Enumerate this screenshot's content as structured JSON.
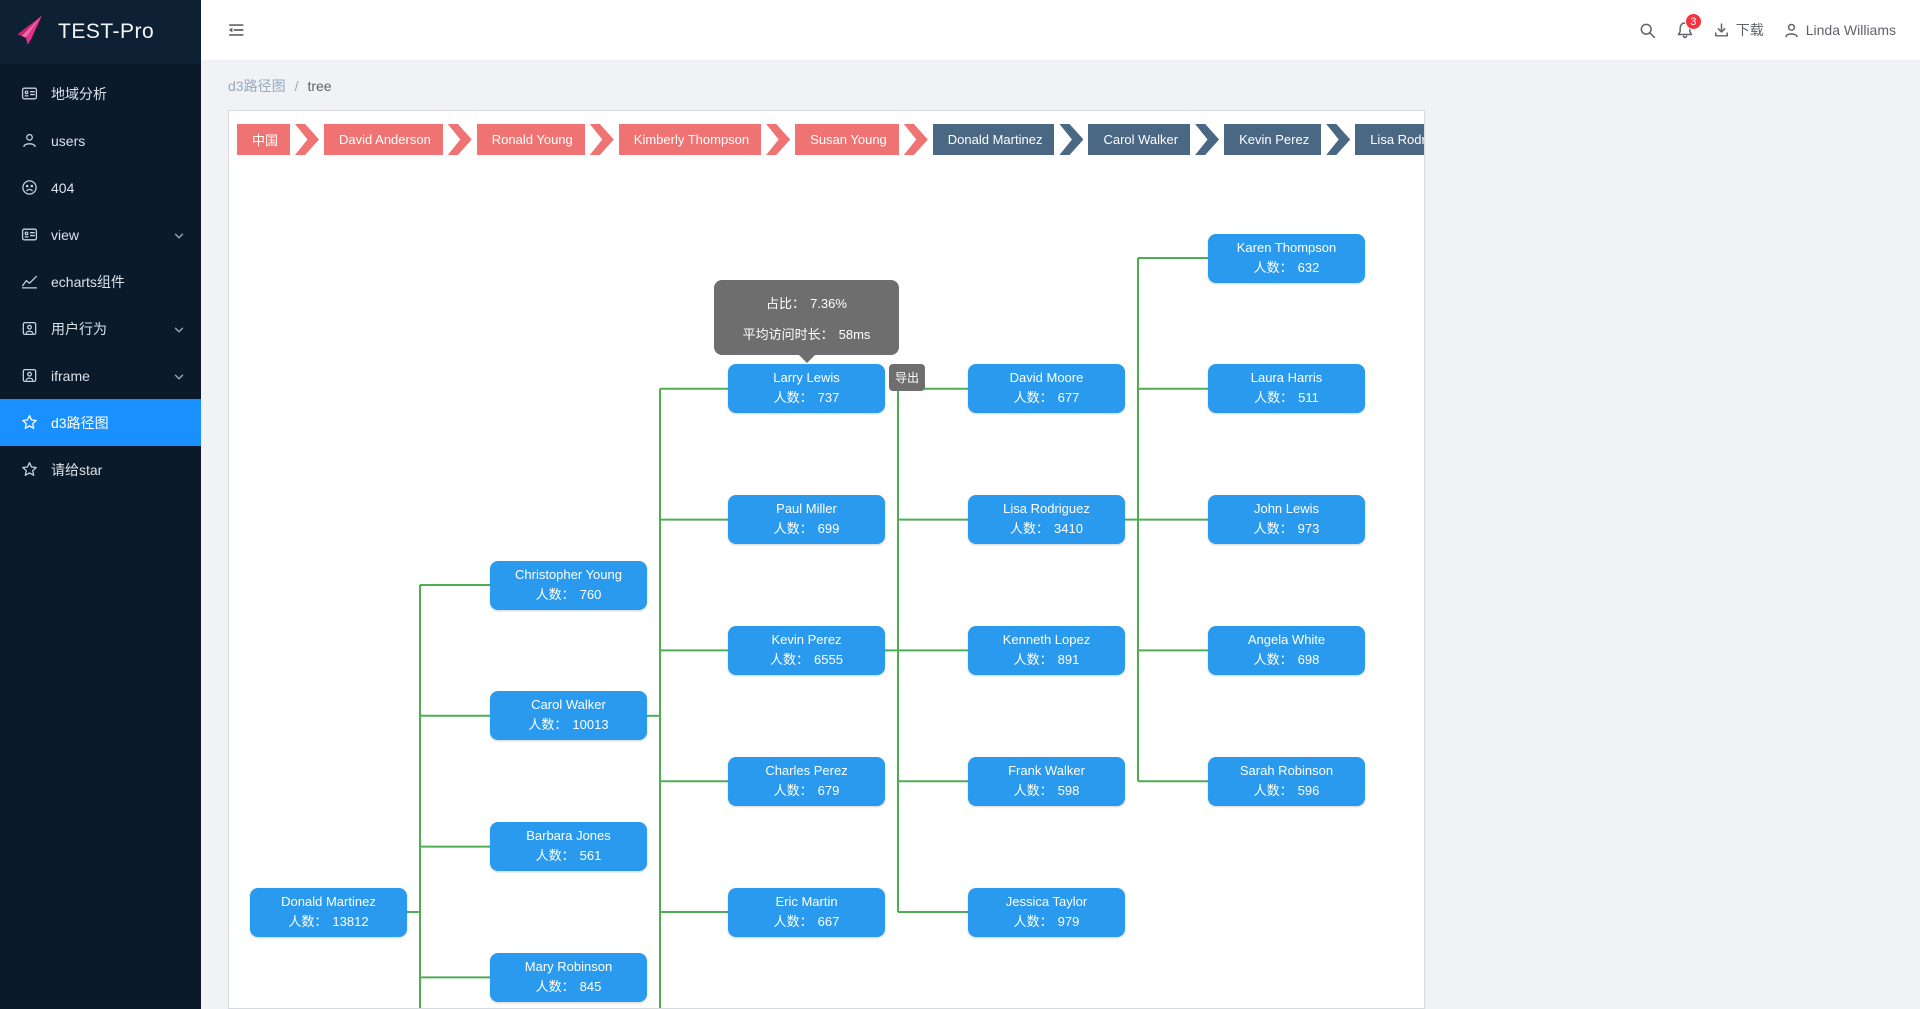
{
  "app": {
    "title": "TEST-Pro"
  },
  "header": {
    "notification_count": "3",
    "download_label": "下载",
    "username": "Linda Williams"
  },
  "breadcrumb": {
    "section": "d3路径图",
    "separator": "/",
    "page": "tree"
  },
  "sidebar": {
    "items": [
      {
        "id": "region-analysis",
        "label": "地域分析",
        "icon": "region-analysis-icon",
        "active": false,
        "chevron": false
      },
      {
        "id": "users",
        "label": "users",
        "icon": "users-icon",
        "active": false,
        "chevron": false
      },
      {
        "id": "404",
        "label": "404",
        "icon": "error-page-icon",
        "active": false,
        "chevron": false
      },
      {
        "id": "view",
        "label": "view",
        "icon": "view-icon",
        "active": false,
        "chevron": true
      },
      {
        "id": "echarts",
        "label": "echarts组件",
        "icon": "echarts-icon",
        "active": false,
        "chevron": false
      },
      {
        "id": "user-behavior",
        "label": "用户行为",
        "icon": "user-behavior-icon",
        "active": false,
        "chevron": true
      },
      {
        "id": "iframe",
        "label": "iframe",
        "icon": "iframe-icon",
        "active": false,
        "chevron": true
      },
      {
        "id": "d3-path",
        "label": "d3路径图",
        "icon": "d3-path-icon",
        "active": true,
        "chevron": false
      },
      {
        "id": "give-star",
        "label": "请给star",
        "icon": "star-icon",
        "active": false,
        "chevron": false
      }
    ]
  },
  "path_chips": {
    "items": [
      {
        "label": "中国",
        "variant": "red"
      },
      {
        "label": "David Anderson",
        "variant": "red"
      },
      {
        "label": "Ronald Young",
        "variant": "red"
      },
      {
        "label": "Kimberly Thompson",
        "variant": "red"
      },
      {
        "label": "Susan Young",
        "variant": "red"
      },
      {
        "label": "Donald Martinez",
        "variant": "dark"
      },
      {
        "label": "Carol Walker",
        "variant": "dark"
      },
      {
        "label": "Kevin Perez",
        "variant": "dark"
      },
      {
        "label": "Lisa Rodriguez",
        "variant": "dark"
      }
    ]
  },
  "tooltip": {
    "anchor": "Larry Lewis",
    "lines": [
      {
        "label": "占比：",
        "value": "7.36%"
      },
      {
        "label": "平均访问时长：",
        "value": "58ms"
      }
    ]
  },
  "export_button": {
    "label": "导出",
    "anchor": "Larry Lewis"
  },
  "diagram": {
    "count_label": "人数：",
    "nodes": [
      {
        "name": "Donald Martinez",
        "count": "13812",
        "col": 0,
        "row": 10
      },
      {
        "name": "Christopher Young",
        "count": "760",
        "col": 1,
        "row": 5
      },
      {
        "name": "Carol Walker",
        "count": "10013",
        "col": 1,
        "row": 7
      },
      {
        "name": "Barbara Jones",
        "count": "561",
        "col": 1,
        "row": 9
      },
      {
        "name": "Mary Robinson",
        "count": "845",
        "col": 1,
        "row": 11
      },
      {
        "name": "Larry Lewis",
        "count": "737",
        "col": 2,
        "row": 2
      },
      {
        "name": "Paul Miller",
        "count": "699",
        "col": 2,
        "row": 4
      },
      {
        "name": "Kevin Perez",
        "count": "6555",
        "col": 2,
        "row": 6
      },
      {
        "name": "Charles Perez",
        "count": "679",
        "col": 2,
        "row": 8
      },
      {
        "name": "Eric Martin",
        "count": "667",
        "col": 2,
        "row": 10
      },
      {
        "name": "David Moore",
        "count": "677",
        "col": 3,
        "row": 2
      },
      {
        "name": "Lisa Rodriguez",
        "count": "3410",
        "col": 3,
        "row": 4
      },
      {
        "name": "Kenneth Lopez",
        "count": "891",
        "col": 3,
        "row": 6
      },
      {
        "name": "Frank Walker",
        "count": "598",
        "col": 3,
        "row": 8
      },
      {
        "name": "Jessica Taylor",
        "count": "979",
        "col": 3,
        "row": 10
      },
      {
        "name": "Karen Thompson",
        "count": "632",
        "col": 4,
        "row": 0
      },
      {
        "name": "Laura Harris",
        "count": "511",
        "col": 4,
        "row": 2
      },
      {
        "name": "John Lewis",
        "count": "973",
        "col": 4,
        "row": 4
      },
      {
        "name": "Angela White",
        "count": "698",
        "col": 4,
        "row": 6
      },
      {
        "name": "Sarah Robinson",
        "count": "596",
        "col": 4,
        "row": 8
      }
    ],
    "links": [
      {
        "parent": "Donald Martinez",
        "children": [
          "Christopher Young",
          "Carol Walker",
          "Barbara Jones",
          "Mary Robinson"
        ],
        "extend_below": true
      },
      {
        "parent": "Carol Walker",
        "children": [
          "Larry Lewis",
          "Paul Miller",
          "Kevin Perez",
          "Charles Perez",
          "Eric Martin"
        ],
        "extend_below": true
      },
      {
        "parent": "Kevin Perez",
        "children": [
          "David Moore",
          "Lisa Rodriguez",
          "Kenneth Lopez",
          "Frank Walker",
          "Jessica Taylor"
        ],
        "extend_below": false
      },
      {
        "parent": "Lisa Rodriguez",
        "children": [
          "Karen Thompson",
          "Laura Harris",
          "John Lewis",
          "Angela White",
          "Sarah Robinson"
        ],
        "extend_below": false
      }
    ]
  },
  "colors": {
    "node_blue": "#2a9aef",
    "link_green": "#4fae54",
    "chip_red": "#ef7373",
    "chip_dark": "#4a6884",
    "active_blue": "#1890ff",
    "badge_red": "#f5313d",
    "tooltip_bg": "#6e6e6e"
  }
}
